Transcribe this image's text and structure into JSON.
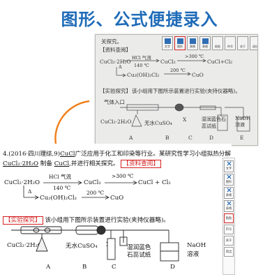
{
  "headline": "图形、公式便捷录入",
  "scan": {
    "line1": "关探究。",
    "ref_label": "【资料查阅】",
    "eq_start": "CuCl₂·2H₂O",
    "eq_hcl": "HCl 气流",
    "eq_temp1": "140 ℃",
    "eq_mid": "CuCl₂",
    "eq_temp2": ">300 ℃",
    "eq_end": "CuCl+Cl₂",
    "eq_delta": "Δ",
    "eq_branch": "Cu₂(OH)₂Cl₂",
    "eq_temp3": "200 ℃",
    "eq_cuo": "CuO",
    "exp_label": "【实验探究】",
    "exp_text": "该小组用下图所示装置进行实验(夹持仪器略)。",
    "gas_inlet": "气体入口",
    "sample": "CuCl₂·2H₂O",
    "anhydrous": "无水CuSO₄",
    "x_mark": "X",
    "litmus": "湿润蓝色石蕊试纸",
    "naoh": "NaOH溶液",
    "labels": [
      "A",
      "B",
      "C",
      "D",
      "E"
    ],
    "toolbar": [
      {
        "label": "文字",
        "icon": "text-icon"
      },
      {
        "label": "图形",
        "icon": "shape-icon"
      },
      {
        "label": "表格",
        "icon": "table-icon"
      },
      {
        "label": "表格",
        "icon": "table-icon"
      },
      {
        "label": "粘贴",
        "icon": "paste-icon"
      },
      {
        "label": "符号",
        "icon": "symbol-icon"
      },
      {
        "label": "关于",
        "icon": "about-icon"
      },
      {
        "label": "退出",
        "icon": "exit-icon"
      }
    ]
  },
  "doc": {
    "q_prefix": "4.(2016·四川理综,9)",
    "q_cucl": "CuCl",
    "q_rest1": "广泛应用于化工和印染等行业。某研究性学习小组拟热分解",
    "q_line2_a": "CuCl₂·2H₂O",
    "q_line2_b": " 制备 ",
    "q_line2_c": "CuCl",
    "q_line2_d": ",并进行相关探究。",
    "ref_label": "【资料查阅】",
    "eq_start": "CuCl₂·2H₂O",
    "eq_hcl": "HCl 气流",
    "eq_temp1": "140 ℃",
    "eq_mid": "CuCl₂",
    "eq_temp2": ">300 ℃",
    "eq_end": "CuCl + Cl₂",
    "eq_delta": "Δ",
    "eq_branch": "Cu₂(OH)₂Cl₂",
    "eq_temp3": "200 ℃",
    "eq_cuo": "CuO",
    "exp_label": "【实验探究】",
    "exp_text": "该小组用下图所示装置进行实验(夹持仪器略)。",
    "sample": "CuCl₂·2H₂O",
    "anhydrous": "无水CuSO₄",
    "x_mark": "X",
    "litmus1": "湿润蓝色",
    "litmus2": "石蕊试纸",
    "naoh1": "NaOH",
    "naoh2": "溶液",
    "labels": [
      "A",
      "B",
      "C",
      "D"
    ]
  },
  "toolbar": [
    {
      "label": "文字",
      "icon": "text-icon"
    },
    {
      "label": "图形",
      "icon": "shape-icon"
    },
    {
      "label": "表格",
      "icon": "table-icon"
    },
    {
      "label": "表格",
      "icon": "table-icon"
    },
    {
      "label": "粘贴",
      "icon": "paste-icon"
    },
    {
      "label": "符号",
      "icon": "symbol-icon"
    },
    {
      "label": "关于",
      "icon": "about-icon"
    },
    {
      "label": "退出",
      "icon": "exit-icon"
    }
  ],
  "colors": {
    "headline": "#1e6bb8",
    "arrow": "#f07f1a",
    "highlight": "#d42020",
    "icon_blue": "#2f6db5"
  }
}
